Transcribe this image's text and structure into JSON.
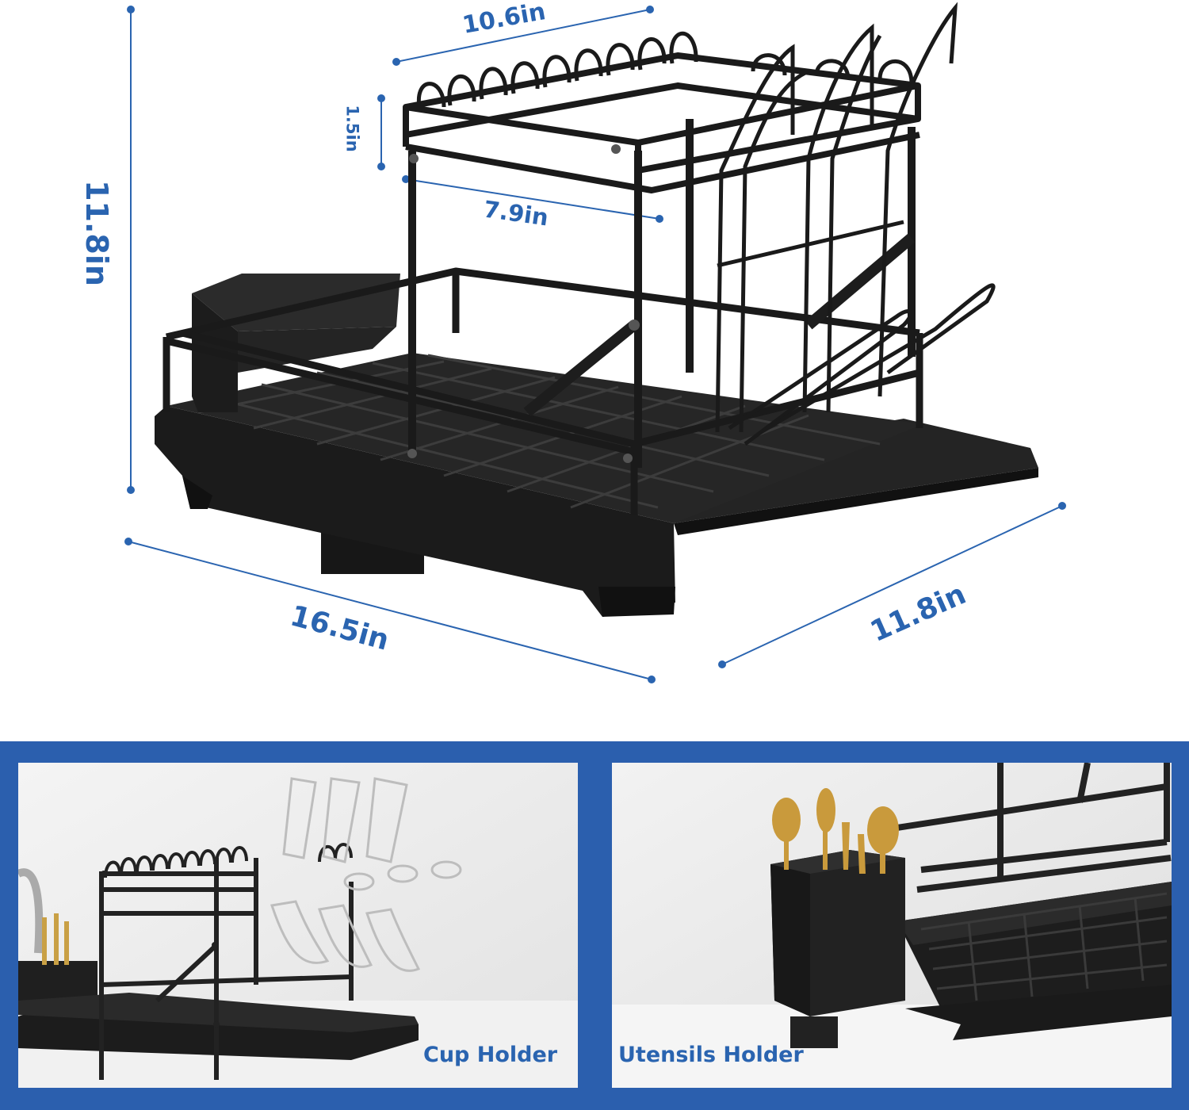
{
  "dimensions": {
    "top_width": "10.6in",
    "tier_height": "1.5in",
    "inner_depth": "7.9in",
    "total_height": "11.8in",
    "base_length": "16.5in",
    "base_depth": "11.8in"
  },
  "panels": {
    "cup_holder": {
      "caption": "Cup Holder"
    },
    "utensils_holder": {
      "caption": "Utensils Holder"
    }
  },
  "colors": {
    "accent_blue": "#2a64b0",
    "band_blue": "#2b5fae",
    "rack_black": "#1e1e1e"
  }
}
